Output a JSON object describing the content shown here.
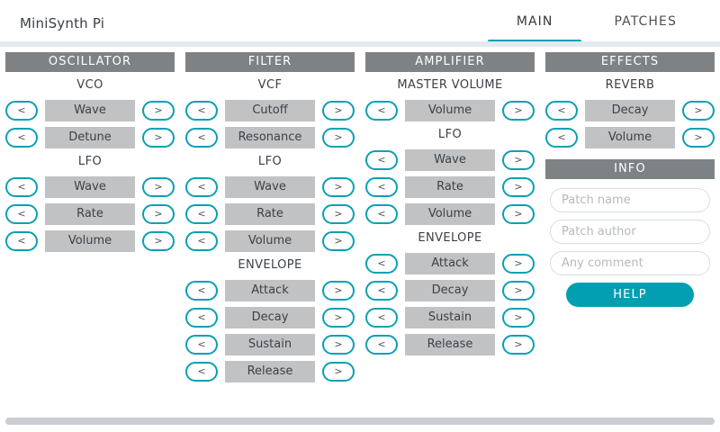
{
  "app": {
    "title": "MiniSynth Pi"
  },
  "tabs": [
    {
      "label": "MAIN",
      "active": true
    },
    {
      "label": "PATCHES",
      "active": false
    }
  ],
  "colors": {
    "accent": "#00a0b4",
    "section_header_bg": "#7e8285",
    "value_box_bg": "#c0c2c4",
    "help_button_bg": "#029fb2",
    "scrollbar": "#c9ced4"
  },
  "arrows": {
    "prev": "<",
    "next": ">"
  },
  "columns": [
    {
      "header": "OSCILLATOR",
      "groups": [
        {
          "title": "VCO",
          "rows": [
            "Wave",
            "Detune"
          ]
        },
        {
          "title": "LFO",
          "rows": [
            "Wave",
            "Rate",
            "Volume"
          ]
        }
      ]
    },
    {
      "header": "FILTER",
      "groups": [
        {
          "title": "VCF",
          "rows": [
            "Cutoff",
            "Resonance"
          ]
        },
        {
          "title": "LFO",
          "rows": [
            "Wave",
            "Rate",
            "Volume"
          ]
        },
        {
          "title": "ENVELOPE",
          "rows": [
            "Attack",
            "Decay",
            "Sustain",
            "Release"
          ]
        }
      ]
    },
    {
      "header": "AMPLIFIER",
      "groups": [
        {
          "title": "MASTER VOLUME",
          "rows": [
            "Volume"
          ]
        },
        {
          "title": "LFO",
          "rows": [
            "Wave",
            "Rate",
            "Volume"
          ]
        },
        {
          "title": "ENVELOPE",
          "rows": [
            "Attack",
            "Decay",
            "Sustain",
            "Release"
          ]
        }
      ]
    },
    {
      "header": "EFFECTS",
      "groups": [
        {
          "title": "REVERB",
          "rows": [
            "Decay",
            "Volume"
          ]
        }
      ],
      "info": {
        "header": "INFO",
        "fields": [
          {
            "name": "patch-name-input",
            "value": "",
            "placeholder": "Patch name"
          },
          {
            "name": "patch-author-input",
            "value": "",
            "placeholder": "Patch author"
          },
          {
            "name": "patch-comment-input",
            "value": "",
            "placeholder": "Any comment"
          }
        ],
        "help_label": "HELP"
      }
    }
  ]
}
